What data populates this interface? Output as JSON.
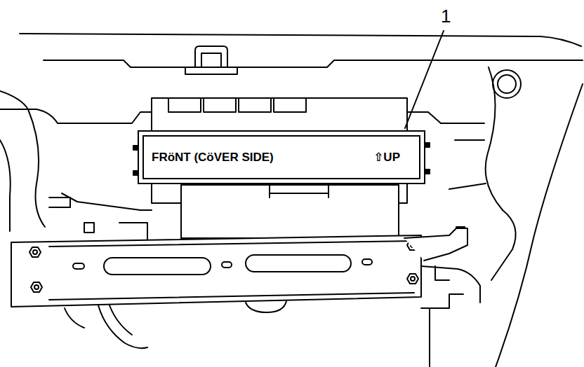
{
  "diagram": {
    "nodes": [
      {
        "text": [
          "FRöNT (CöVER SIDE)",
          "⇧UP"
        ]
      }
    ],
    "labels": [
      "1"
    ]
  }
}
